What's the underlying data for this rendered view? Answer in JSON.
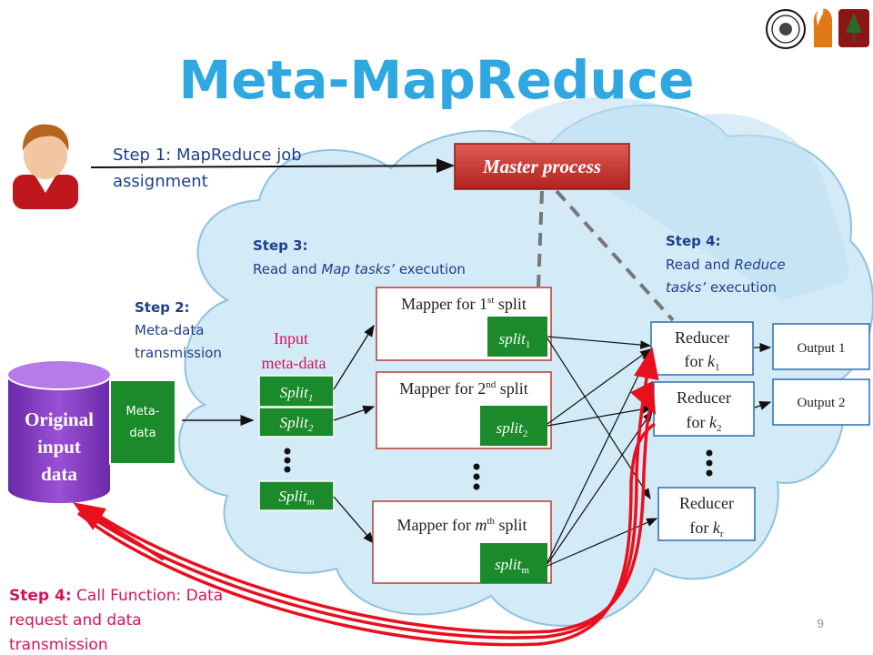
{
  "title": "Meta-MapReduce",
  "step1": {
    "line1": "Step 1: MapReduce job",
    "line2": "assignment"
  },
  "master_label": "Master process",
  "step2": {
    "head": "Step 2:",
    "line1": "Meta-data",
    "line2": "transmission"
  },
  "step3": {
    "head": "Step 3:",
    "line_pre": "Read and ",
    "line_italic": "Map tasks’",
    "line_post": " execution"
  },
  "step4_top": {
    "head": "Step 4:",
    "line1_pre": "Read and ",
    "line1_italic": "Reduce",
    "line2_italic": "tasks’",
    "line2_post": " execution"
  },
  "step4_bottom": {
    "head": "Step 4:",
    "line1": " Call Function: Data",
    "line2": "request and data",
    "line3": "transmission"
  },
  "input_meta": {
    "line1": "Input",
    "line2": "meta-data"
  },
  "database": {
    "line1": "Original",
    "line2": "input",
    "line3": "data"
  },
  "meta_box": {
    "line1": "Meta-",
    "line2": "data"
  },
  "splits": [
    {
      "base": "Split",
      "sub": "1"
    },
    {
      "base": "Split",
      "sub": "2"
    },
    {
      "base": "Split",
      "sub": "m"
    }
  ],
  "mappers": [
    {
      "pre": "Mapper for 1",
      "sup": "st",
      "post": " split",
      "split_base": "split",
      "split_sub": "1"
    },
    {
      "pre": "Mapper for 2",
      "sup": "nd",
      "post": " split",
      "split_base": "split",
      "split_sub": "2"
    },
    {
      "pre": "Mapper for ",
      "ital": "m",
      "sup": "th",
      "post": " split",
      "split_base": "split",
      "split_sub": "m"
    }
  ],
  "reducers": [
    {
      "line1": "Reducer",
      "line2_pre": "for ",
      "k": "k",
      "sub": "1"
    },
    {
      "line1": "Reducer",
      "line2_pre": "for ",
      "k": "k",
      "sub": "2"
    },
    {
      "line1": "Reducer",
      "line2_pre": "for ",
      "k": "k",
      "sub": "r"
    }
  ],
  "outputs": [
    "Output 1",
    "Output 2"
  ],
  "page_number": "9",
  "colors": {
    "title": "#2fa8e2",
    "cloud": "#cfe8f5",
    "cloud_stroke": "#9cc9e3",
    "green": "#1a8a2a",
    "master": "#c9302c",
    "red_arrow": "#e8101e",
    "step_text": "#1f3f8c",
    "db": "#8a3dc7"
  }
}
